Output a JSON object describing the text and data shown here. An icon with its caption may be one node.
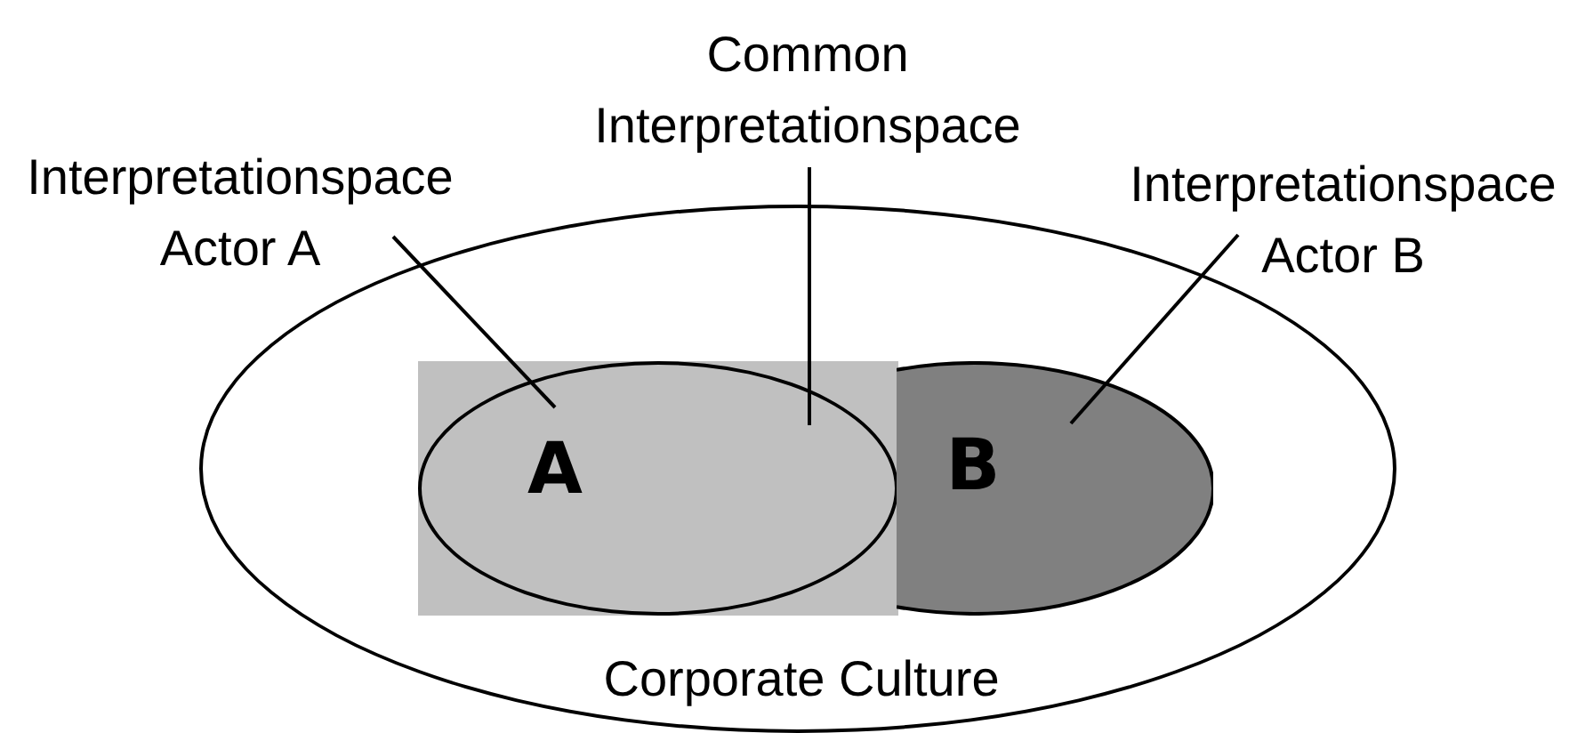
{
  "diagram": {
    "nodes": [
      {
        "text": [
          "Common Interpretationspace"
        ]
      },
      {
        "text": [
          "Interpretationspace Actor A"
        ]
      },
      {
        "text": [
          "Interpretationspace Actor B"
        ]
      },
      {
        "text": [
          "Corporate Culture"
        ]
      },
      {
        "text": [],
        "shape": "box",
        "in": 3
      },
      {
        "text": [
          "A"
        ],
        "in": 4
      },
      {
        "text": [
          "B"
        ],
        "in": 3
      }
    ],
    "edges": [
      {
        "from": 1,
        "to": 5,
        "arrow": "none"
      },
      {
        "from": 0,
        "to": 4,
        "arrow": "none"
      },
      {
        "from": 2,
        "to": 6,
        "arrow": "none"
      }
    ]
  }
}
